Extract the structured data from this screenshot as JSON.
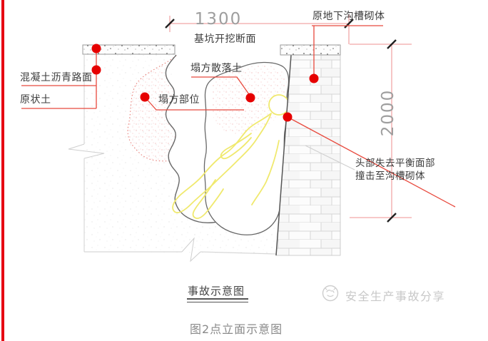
{
  "page": {
    "accent_color": "#e60012",
    "background": "#ffffff"
  },
  "diagram": {
    "dimensions": {
      "width_mm": "1300",
      "depth_mm": "2000"
    },
    "labels": {
      "excavation_section": "基坑开挖断面",
      "existing_trench_masonry": "原地下沟槽砌体",
      "concrete_asphalt_pavement": "混凝土沥青路面",
      "undisturbed_soil": "原状土",
      "collapse_area": "塌方部位",
      "collapsed_loose_soil": "塌方散落土",
      "head_impact_line1": "头部失去平衡面部",
      "head_impact_line2": "撞击至沟槽砌体"
    },
    "title": "事故示意图",
    "colors": {
      "leader_red": "#e8493d",
      "dimension_pink": "#f2a8a8",
      "marker_dot_red": "#e60000",
      "figure_outline_yellow": "#f0e96e",
      "drawing_line_gray": "#686868"
    }
  },
  "watermark": {
    "text": "安全生产事故分享"
  },
  "caption": "图2点立面示意图"
}
